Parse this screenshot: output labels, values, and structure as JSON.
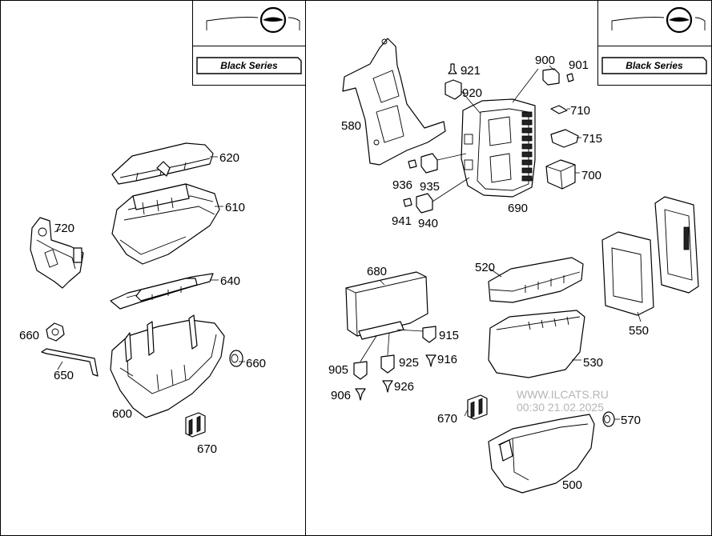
{
  "header": {
    "left_badge": "Black Series",
    "right_badge": "Black Series",
    "left_logo_icon": "mercedes-emblem-icon",
    "right_logo_icon": "mercedes-emblem-icon"
  },
  "watermark": {
    "site": "WWW.ILCATS.RU",
    "timestamp": "00:30 21.02.2025"
  },
  "left_panel": {
    "labels": {
      "p620": "620",
      "p610": "610",
      "p720": "720",
      "p640": "640",
      "p660a": "660",
      "p650": "650",
      "p660b": "660",
      "p600": "600",
      "p670": "670"
    }
  },
  "right_panel": {
    "labels": {
      "p921": "921",
      "p920": "920",
      "p900": "900",
      "p901": "901",
      "p580": "580",
      "p710": "710",
      "p715": "715",
      "p700": "700",
      "p936": "936",
      "p935": "935",
      "p941": "941",
      "p940": "940",
      "p690": "690",
      "p680": "680",
      "p520": "520",
      "p550": "550",
      "p915": "915",
      "p905": "905",
      "p925": "925",
      "p916": "916",
      "p906": "906",
      "p926": "926",
      "p530": "530",
      "p670": "670",
      "p570": "570",
      "p500": "500"
    }
  }
}
